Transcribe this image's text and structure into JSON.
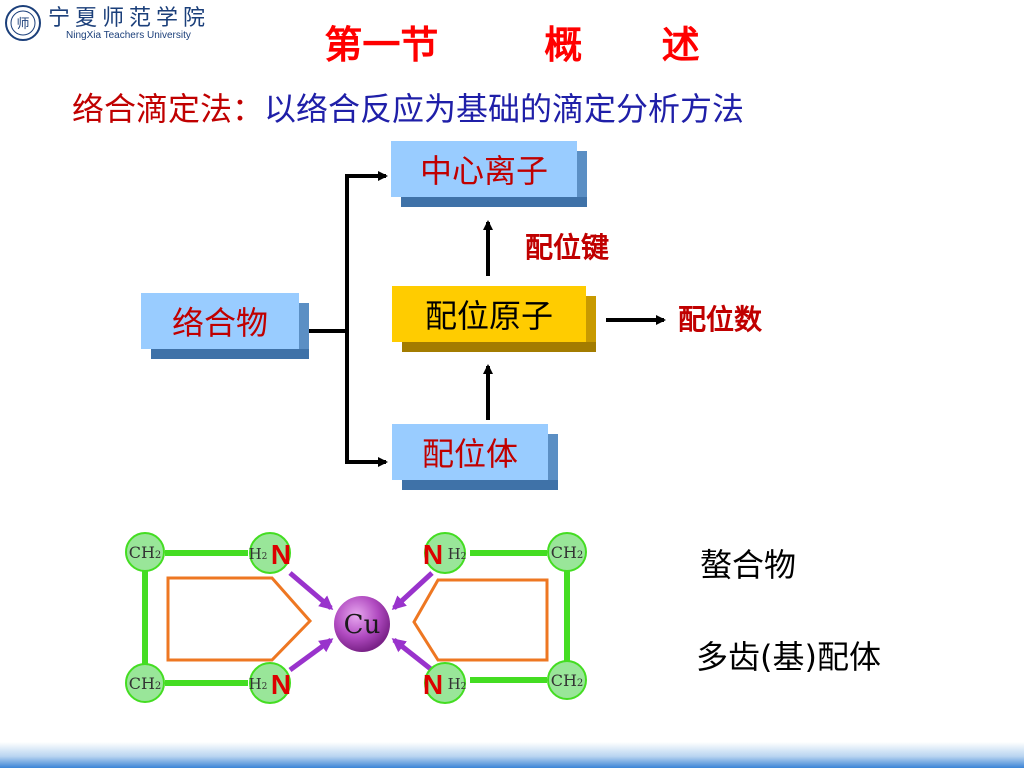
{
  "header": {
    "logo_cn": "宁夏师范学院",
    "logo_en": "NingXia Teachers University",
    "seal_glyph": "师"
  },
  "title": "第一节        概      述",
  "definition": {
    "term": "络合滴定法：",
    "body": "以络合反应为基础的滴定分析方法"
  },
  "concept_map": {
    "complex": "络合物",
    "central_ion": "中心离子",
    "donor_atom": "配位原子",
    "ligand": "配位体",
    "coordination_bond": "配位键",
    "coordination_number": "配位数"
  },
  "chelate": {
    "metal": "Cu",
    "ch2": "CH2",
    "nh2_left": "H2N",
    "nh2_right": "NH2",
    "label_chelate": "螯合物",
    "label_polydentate": "多齿(基)配体"
  },
  "colors": {
    "title_red": "#ff0000",
    "term_red": "#c00000",
    "body_blue": "#1f1fa8",
    "box_blue": "#99ccff",
    "box_gold": "#ffcc00",
    "bond_green": "#44dd22",
    "ring_orange": "#ee7722",
    "arrow_purple": "#9933cc",
    "nitrogen_red": "#dd0000"
  }
}
